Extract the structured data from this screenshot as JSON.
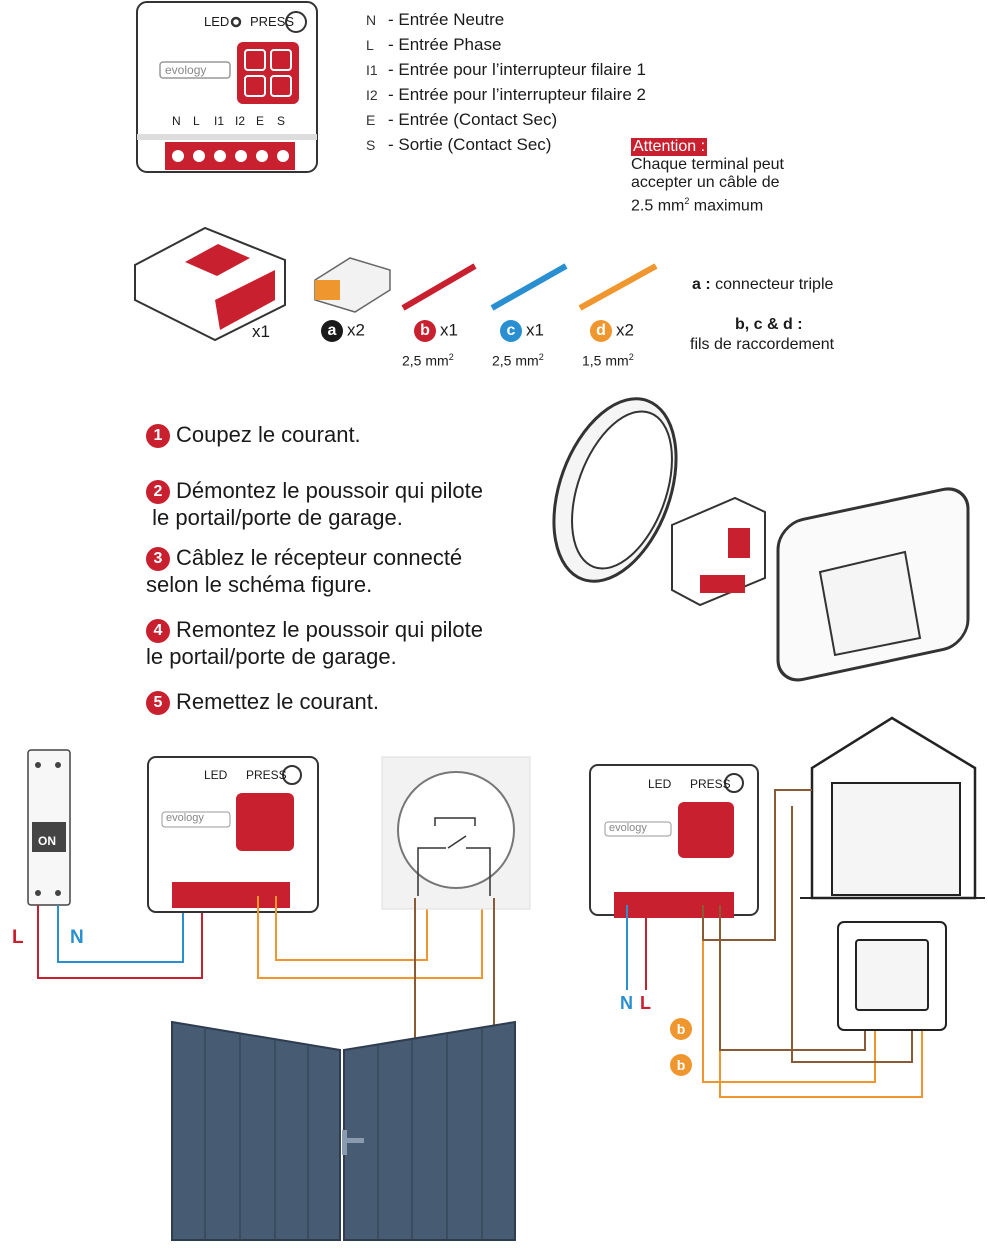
{
  "device": {
    "led_label": "LED",
    "press_label": "PRESS",
    "brand": "evology",
    "terminals": [
      "N",
      "L",
      "I1",
      "I2",
      "E",
      "S"
    ]
  },
  "legend": [
    {
      "code": "N",
      "text": "- Entrée Neutre"
    },
    {
      "code": "L",
      "text": "- Entrée Phase"
    },
    {
      "code": "I1",
      "text": "- Entrée pour l’interrupteur filaire 1"
    },
    {
      "code": "I2",
      "text": "- Entrée pour l’interrupteur filaire 2"
    },
    {
      "code": "E",
      "text": "- Entrée (Contact Sec)"
    },
    {
      "code": "S",
      "text": "- Sortie (Contact Sec)"
    }
  ],
  "attention": {
    "title": "Attention :",
    "line1": "Chaque terminal peut",
    "line2": "accepter un câble de",
    "line3_value": "2.5 mm",
    "line3_sup": "2",
    "line3_rest": " maximum"
  },
  "kit": {
    "module_qty": "x1",
    "a": {
      "badge": "a",
      "qty": "x2"
    },
    "b": {
      "badge": "b",
      "qty": "x1",
      "size": "2,5 mm",
      "sup": "2"
    },
    "c": {
      "badge": "c",
      "qty": "x1",
      "size": "2,5 mm",
      "sup": "2"
    },
    "d": {
      "badge": "d",
      "qty": "x2",
      "size": "1,5 mm",
      "sup": "2"
    },
    "a_desc_bold": "a :",
    "a_desc": " connecteur triple",
    "bcd_bold": "b, c & d :",
    "bcd_desc": "fils de raccordement"
  },
  "steps": [
    {
      "n": "1",
      "l1": "Coupez le courant.",
      "l2": ""
    },
    {
      "n": "2",
      "l1": "Démontez le poussoir qui pilote",
      "l2": " le portail/porte de garage."
    },
    {
      "n": "3",
      "l1": "Câblez le récepteur connecté",
      "l2": "selon le schéma figure."
    },
    {
      "n": "4",
      "l1": "Remontez le poussoir qui pilote",
      "l2": "le portail/porte de garage."
    },
    {
      "n": "5",
      "l1": "Remettez le courant.",
      "l2": ""
    }
  ],
  "schema_left": {
    "breaker_label": "ON",
    "L": "L",
    "N": "N"
  },
  "schema_right": {
    "N": "N",
    "L": "L",
    "b1": "b",
    "b2": "b"
  },
  "colors": {
    "red": "#c8202f",
    "blue": "#2a8fd0",
    "orange": "#f0962e",
    "navy": "#475b72",
    "brown": "#8a5a35"
  }
}
